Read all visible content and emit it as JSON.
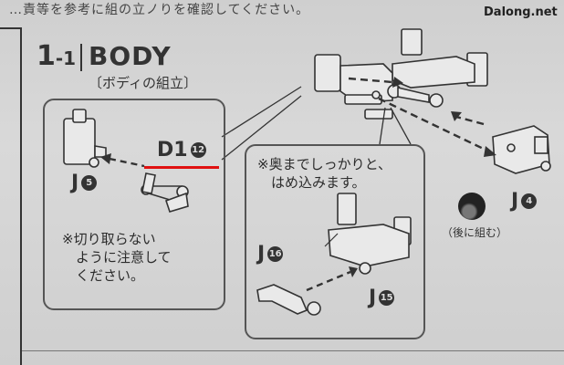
{
  "header": {
    "top_text": "…責等を参考に組の立ノりを確認してください。",
    "watermark": "Dalong.net"
  },
  "step": {
    "number": "1",
    "sub_number": "-1",
    "title": "BODY",
    "subtitle": "〔ボディの組立〕"
  },
  "panel_left": {
    "part_label": "D1",
    "part_num": "12",
    "j_label": "J",
    "j_num": "5",
    "note": "※切り取らない\n　ように注意して\n　ください。"
  },
  "panel_mid": {
    "note": "※奥までしっかりと、\n　はめ込みます。",
    "j16_label": "J",
    "j16_num": "16",
    "j15_label": "J",
    "j15_num": "15"
  },
  "right": {
    "j4_label": "J",
    "j4_num": "4",
    "later_note": "（後に組む）"
  },
  "colors": {
    "accent": "#e01010"
  }
}
